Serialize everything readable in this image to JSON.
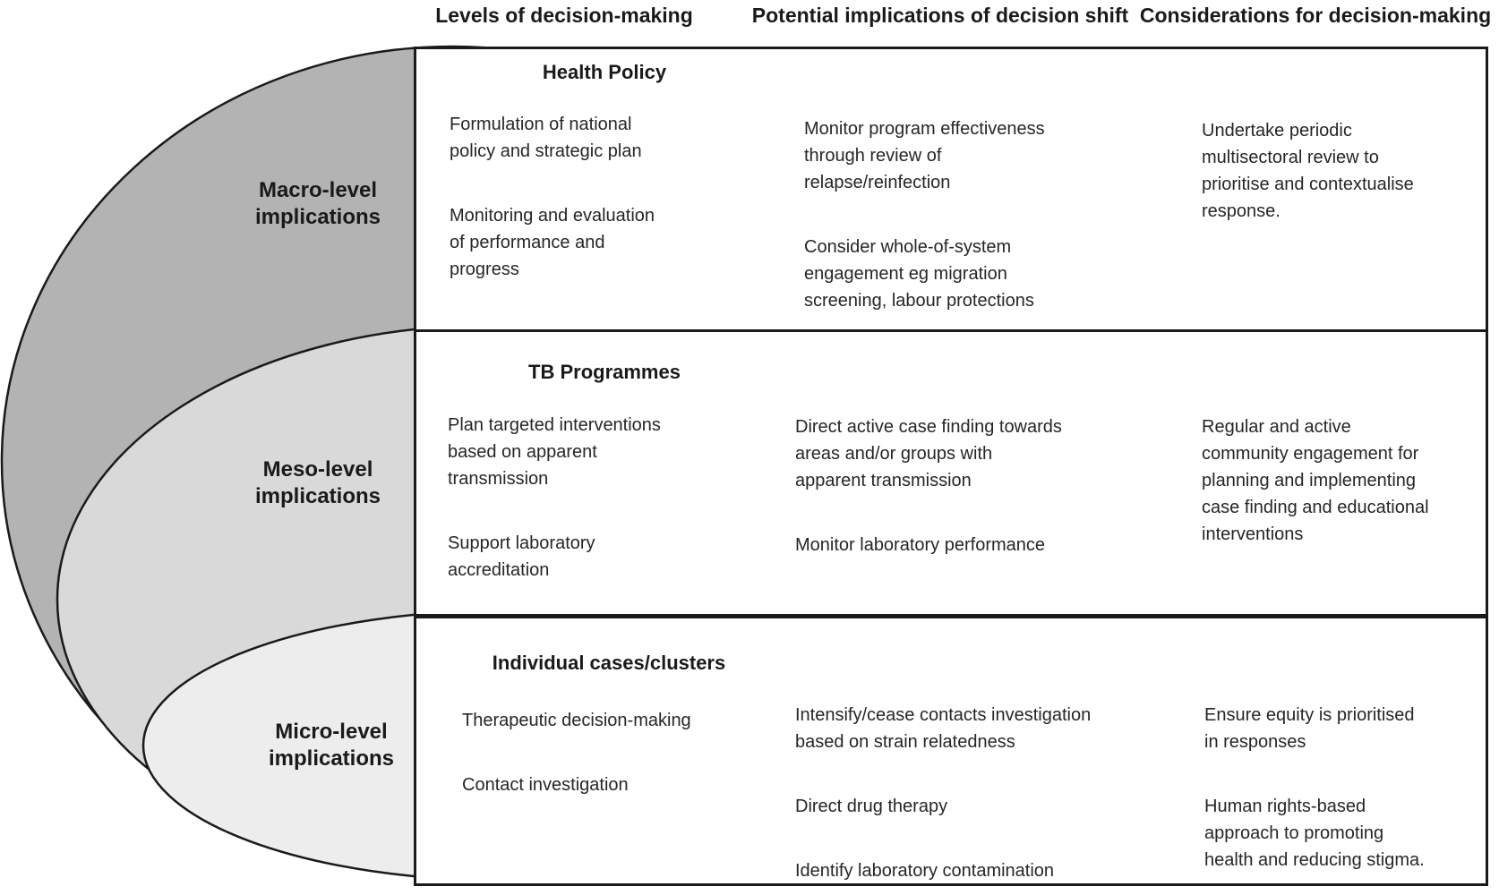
{
  "column_headers": [
    {
      "label": "Levels of decision-making"
    },
    {
      "label": "Potential implications of decision shift"
    },
    {
      "label": "Considerations for decision-making"
    }
  ],
  "ellipse_labels": {
    "macro": "Macro-level\nimplications",
    "meso": "Meso-level\nimplications",
    "micro": "Micro-level\nimplications"
  },
  "rows": [
    {
      "title": "Health Policy",
      "levels": [
        "Formulation of national\npolicy and strategic plan",
        "Monitoring and evaluation\nof performance and\nprogress"
      ],
      "implications": [
        "Monitor program effectiveness\nthrough review of\nrelapse/reinfection",
        "Consider whole-of-system\nengagement eg migration\nscreening, labour protections"
      ],
      "considerations": [
        "Undertake periodic\nmultisectoral review to\nprioritise and contextualise\nresponse."
      ]
    },
    {
      "title": "TB Programmes",
      "levels": [
        "Plan targeted interventions\nbased on apparent\ntransmission",
        "Support laboratory\naccreditation"
      ],
      "implications": [
        "Direct active case finding towards\nareas and/or groups with\napparent transmission",
        "Monitor laboratory performance"
      ],
      "considerations": [
        "Regular and active\ncommunity engagement for\nplanning and implementing\ncase finding and educational\ninterventions"
      ]
    },
    {
      "title": "Individual cases/clusters",
      "levels": [
        "Therapeutic decision-making",
        "Contact investigation"
      ],
      "implications": [
        "Intensify/cease contacts investigation\nbased on strain relatedness",
        "Direct drug therapy",
        "Identify laboratory contamination"
      ],
      "considerations": [
        "Ensure equity is prioritised\nin responses",
        "Human rights-based\napproach to promoting\nhealth and reducing stigma."
      ]
    }
  ],
  "colors": {
    "macro_fill": "#b3b3b3",
    "meso_fill": "#d9d9d9",
    "micro_fill": "#ededed",
    "line": "#1a1a1a"
  }
}
